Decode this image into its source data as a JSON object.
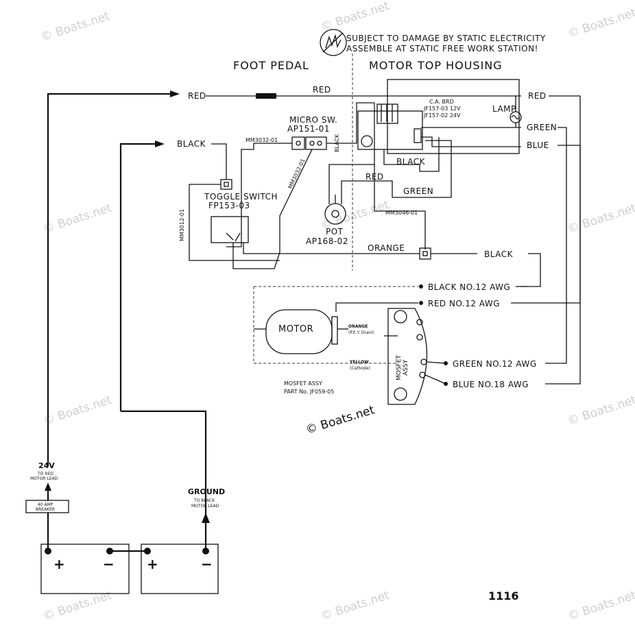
{
  "warning": {
    "line1": "SUBJECT TO DAMAGE BY STATIC ELECTRICITY",
    "line2": "ASSEMBLE AT STATIC FREE WORK STATION!"
  },
  "sections": {
    "foot_pedal": "FOOT PEDAL",
    "motor_top": "MOTOR TOP HOUSING"
  },
  "wire_labels": {
    "red_left": "RED",
    "red_mid": "RED",
    "red_right": "RED",
    "black_left": "BLACK",
    "green_right": "GREEN",
    "blue_right": "BLUE",
    "black_inner": "BLACK",
    "red_inner": "RED",
    "green_inner": "GREEN",
    "orange": "ORANGE",
    "black_connector": "BLACK",
    "black_mm3032": "BLACK"
  },
  "components": {
    "micro_sw": "MICRO SW.",
    "micro_sw_part": "AP151-01",
    "mm3032_h": "MM3032-01",
    "mm3032_v": "MM3032-01",
    "toggle": "TOGGLE SWITCH",
    "toggle_part": "FP153-03",
    "mm3012": "MM3012-01",
    "pot": "POT",
    "pot_part": "AP168-02",
    "mm3046": "MM3046-01",
    "ca_brd": "C.A. BRD",
    "jf_12": "JF157-03  12V",
    "jf_24": "JF157-02  24V",
    "lamp": "LAMP",
    "motor": "MOTOR",
    "orange_drain": "ORANGE",
    "drain_note": "(P.E.Y. Drain)",
    "yellow": "YELLOW",
    "cathode": "(Cathode)",
    "mosfet_side": "MOSFET",
    "assy_side": "ASSY",
    "mosfet_assy": "MOSFET ASSY",
    "part_no": "PART No. JF059-05"
  },
  "awg": {
    "black": "BLACK NO.12 AWG",
    "red": "RED NO.12 AWG",
    "green": "GREEN NO.12 AWG",
    "blue": "BLUE NO.18 AWG"
  },
  "battery": {
    "volt": "24V",
    "to_red_1": "TO RED",
    "to_red_2": "MOTOR LEAD",
    "breaker_1": "40 AMP",
    "breaker_2": "BREAKER",
    "ground": "GROUND",
    "to_black_1": "TO BLACK",
    "to_black_2": "MOTOR LEAD",
    "plus": "+",
    "minus": "−"
  },
  "copyright": "© Boats.net",
  "watermark": "© Boats.net",
  "figure_number": "1116"
}
